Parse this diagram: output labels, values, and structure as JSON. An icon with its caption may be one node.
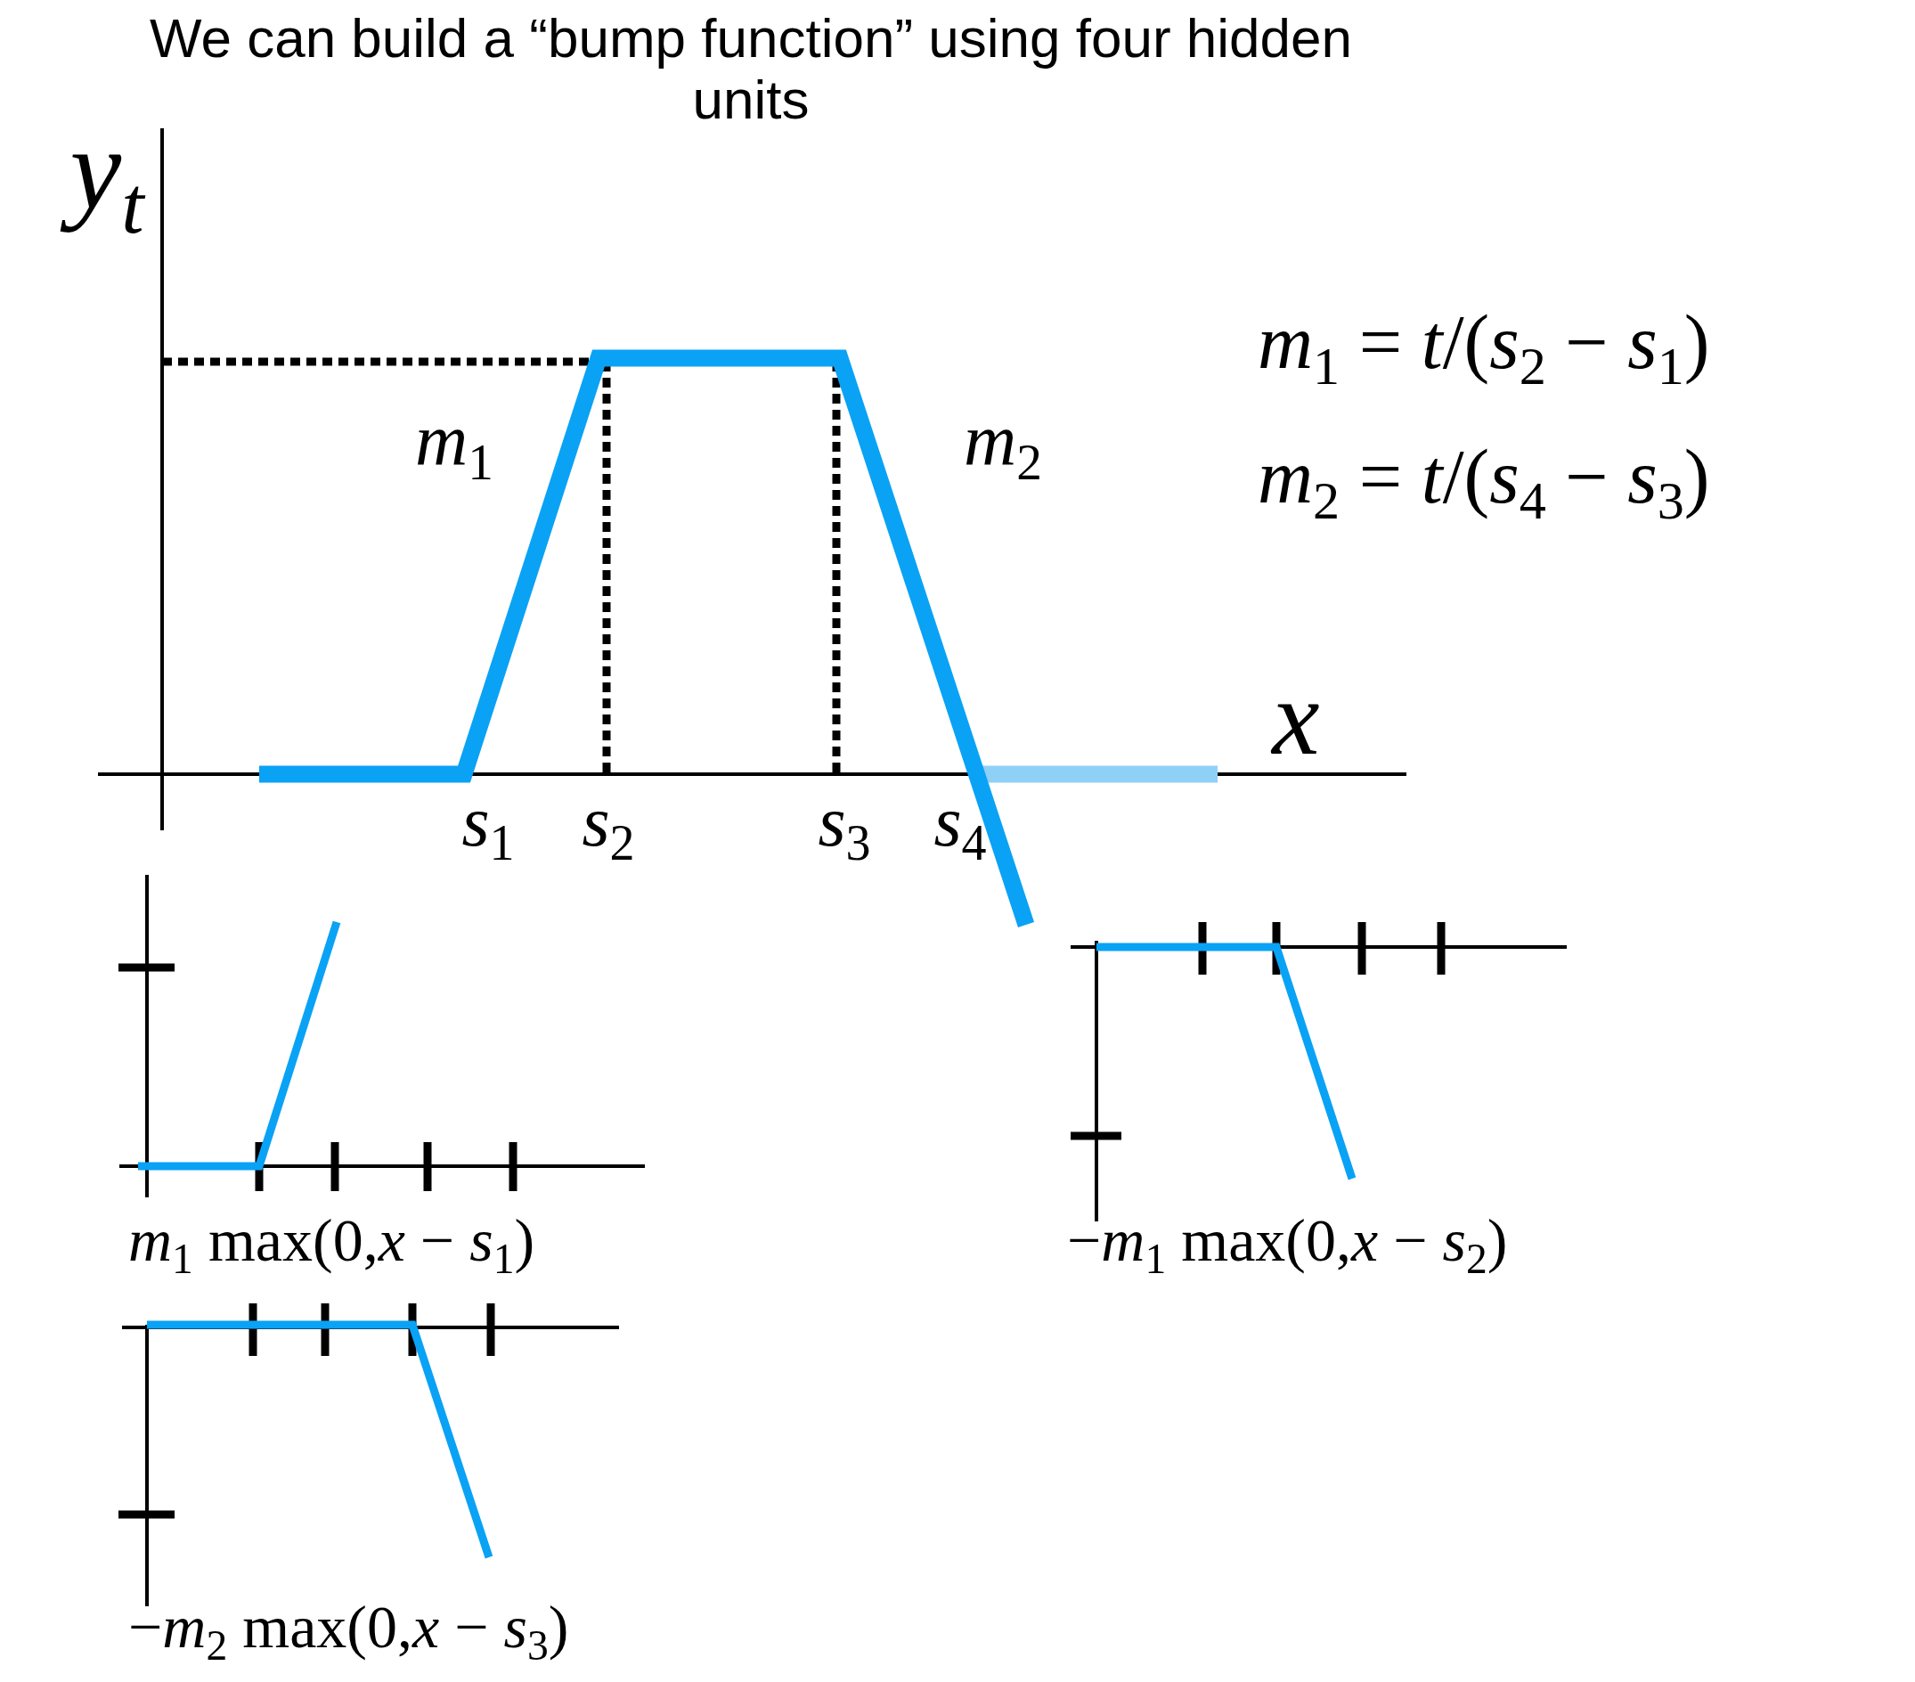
{
  "diagram": {
    "title": "We can build a “bump function” using four hidden units",
    "labels": [
      "y$_{t}$",
      "*m*$_{1}$ = *t*/(*s*$_{2}$ − *s*$_{1}$)",
      "*m*$_{1}$",
      "*m*$_{2}$",
      "*m*$_{2}$ = *t*/(*s*$_{4}$ − *s*$_{3}$)",
      "x",
      "*s*$_{1}$",
      "*s*$_{2}$",
      "*s*$_{3}$",
      "*s*$_{4}$",
      "*m*$_{1}$ max(0,*x* − *s*$_{1}$)",
      "−*m*$_{1}$ max(0,*x* − *s*$_{2}$)",
      "−*m*$_{2}$ max(0,*x* − *s*$_{3}$)"
    ]
  }
}
